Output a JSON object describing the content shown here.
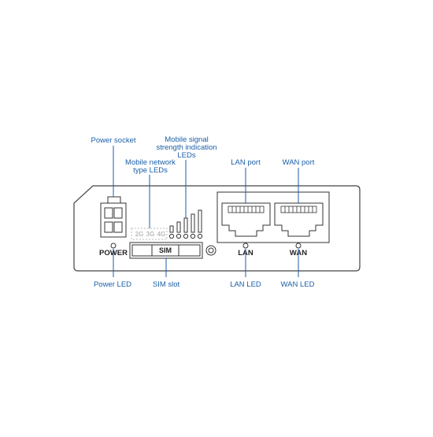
{
  "callouts": {
    "power_socket": "Power socket",
    "mobile_signal_line1": "Mobile signal",
    "mobile_signal_line2": "strength indication",
    "mobile_signal_line3": "LEDs",
    "mobile_network_line1": "Mobile network",
    "mobile_network_line2": "type LEDs",
    "lan_port": "LAN port",
    "wan_port": "WAN port",
    "power_led": "Power LED",
    "sim_slot": "SIM slot",
    "lan_led": "LAN LED",
    "wan_led": "WAN LED"
  },
  "panel": {
    "power_label": "POWER",
    "sim_label": "SIM",
    "lan_label": "LAN",
    "wan_label": "WAN",
    "network_types": [
      "2G",
      "3G",
      "4G"
    ]
  },
  "colors": {
    "callout": "#1a5fa8",
    "outline": "#444444"
  }
}
